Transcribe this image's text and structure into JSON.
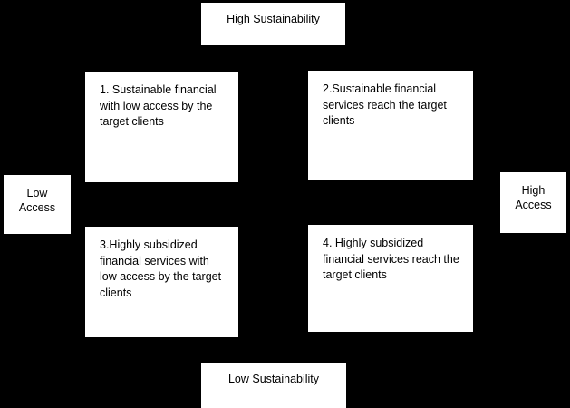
{
  "diagram": {
    "title_top": "High Sustainability",
    "title_bottom": "Low Sustainability",
    "label_left": "Low\nAccess",
    "label_right": "High\nAccess",
    "background_color": "#000000",
    "box_color": "#ffffff",
    "text_color": "#000000",
    "quadrants": [
      {
        "id": "quadrant-1",
        "number": "1.",
        "text": "1. Sustainable financial with low access by the target clients"
      },
      {
        "id": "quadrant-2",
        "number": "2.",
        "text": "2.Sustainable financial services reach the target clients"
      },
      {
        "id": "quadrant-3",
        "number": "3.",
        "text": "3.Highly subsidized financial services with low access by the target clients"
      },
      {
        "id": "quadrant-4",
        "number": "4.",
        "text": "4. Highly subsidized financial services reach the target clients"
      }
    ]
  }
}
